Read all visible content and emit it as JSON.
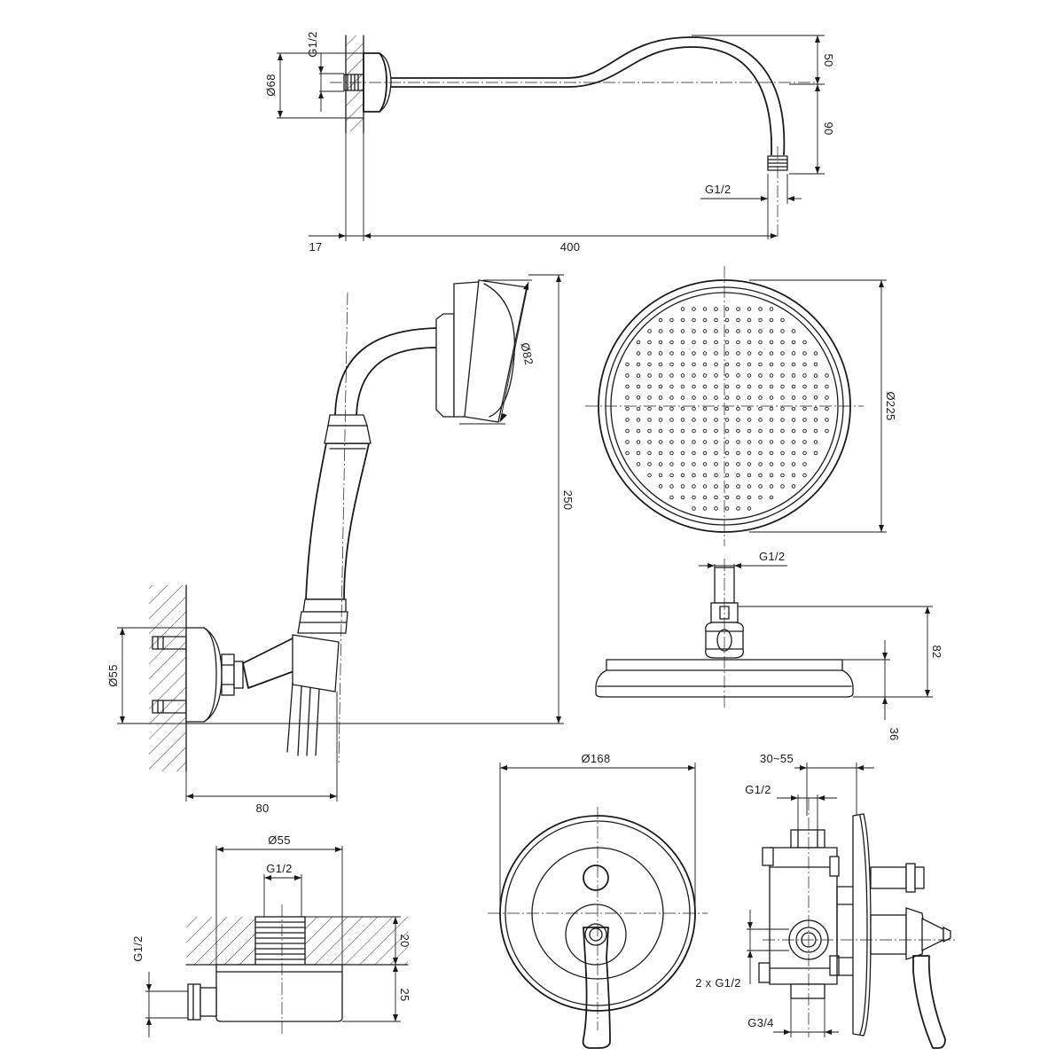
{
  "views": {
    "shower_arm": {
      "labels": {
        "thread_in": "G1/2",
        "flange_dia": "Ø68",
        "rise": "50",
        "drop": "90",
        "thread_out": "G1/2",
        "wall_offset": "17",
        "reach": "400"
      }
    },
    "hand_shower": {
      "labels": {
        "head_dia": "Ø82",
        "height": "250",
        "bracket_dia": "Ø55",
        "projection": "80"
      }
    },
    "rain_head_plan": {
      "labels": {
        "diameter": "Ø225"
      }
    },
    "rain_head_side": {
      "labels": {
        "thread": "G1/2",
        "total_height": "82",
        "head_height": "36"
      }
    },
    "wall_outlet": {
      "labels": {
        "diameter": "Ø55",
        "thread_top": "G1/2",
        "thread_side": "G1/2",
        "depth_wall": "20",
        "depth_body": "25"
      }
    },
    "mixer_front": {
      "labels": {
        "plate_dia": "Ø168"
      }
    },
    "mixer_side": {
      "labels": {
        "wall_range": "30~55",
        "thread_top": "G1/2",
        "thread_side": "2 x G1/2",
        "thread_inlet": "G3/4"
      }
    }
  }
}
